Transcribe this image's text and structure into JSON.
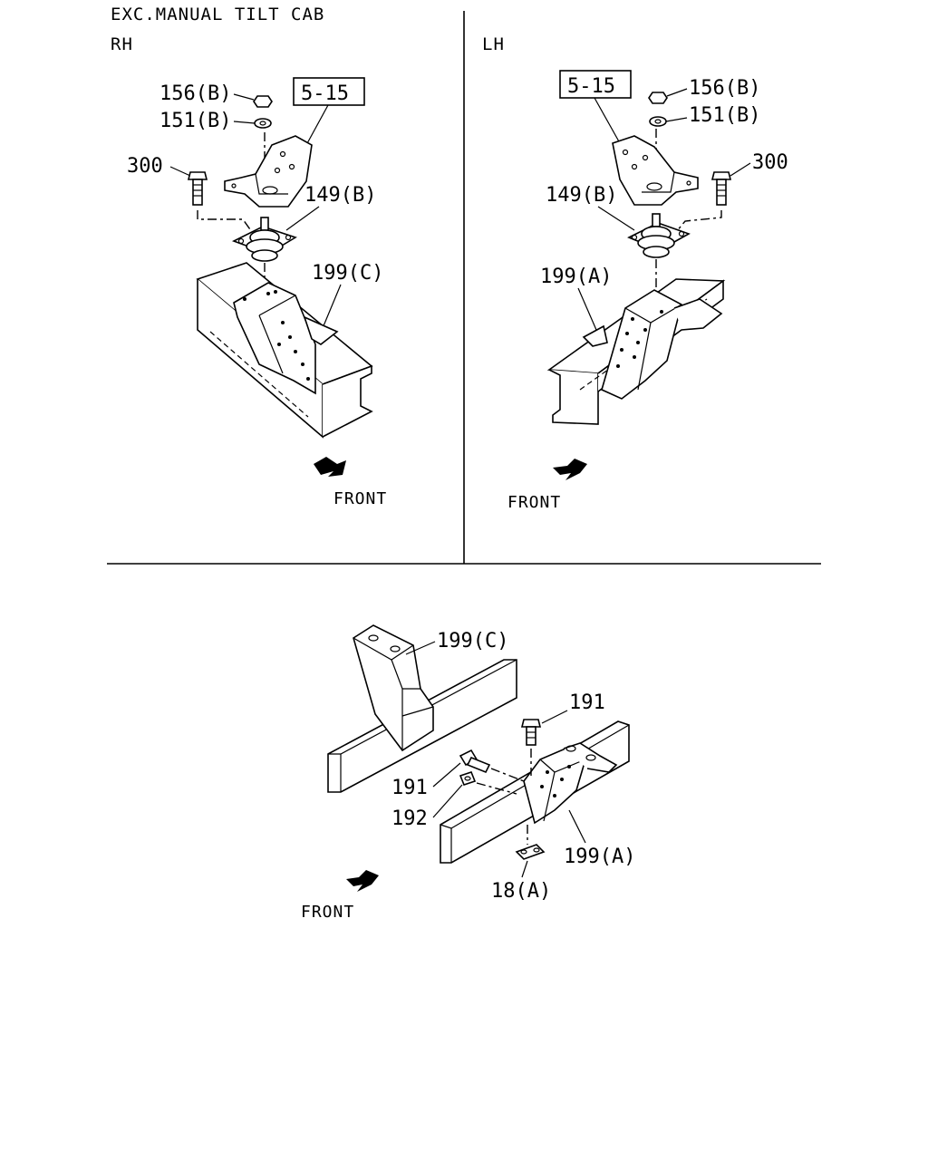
{
  "header": {
    "title": "EXC.MANUAL TILT CAB",
    "rh_label": "RH",
    "lh_label": "LH"
  },
  "rh": {
    "ref_box": "5-15",
    "nut": "156(B)",
    "washer": "151(B)",
    "bolt": "300",
    "mount": "149(B)",
    "bracket": "199(C)",
    "front": "FRONT"
  },
  "lh": {
    "ref_box": "5-15",
    "nut": "156(B)",
    "washer": "151(B)",
    "bolt": "300",
    "mount": "149(B)",
    "bracket": "199(A)",
    "front": "FRONT"
  },
  "bottom": {
    "bracket_c": "199(C)",
    "bolt_top": "191",
    "bolt_left": "191",
    "nut_left": "192",
    "bracket_a": "199(A)",
    "plate": "18(A)",
    "front": "FRONT"
  }
}
